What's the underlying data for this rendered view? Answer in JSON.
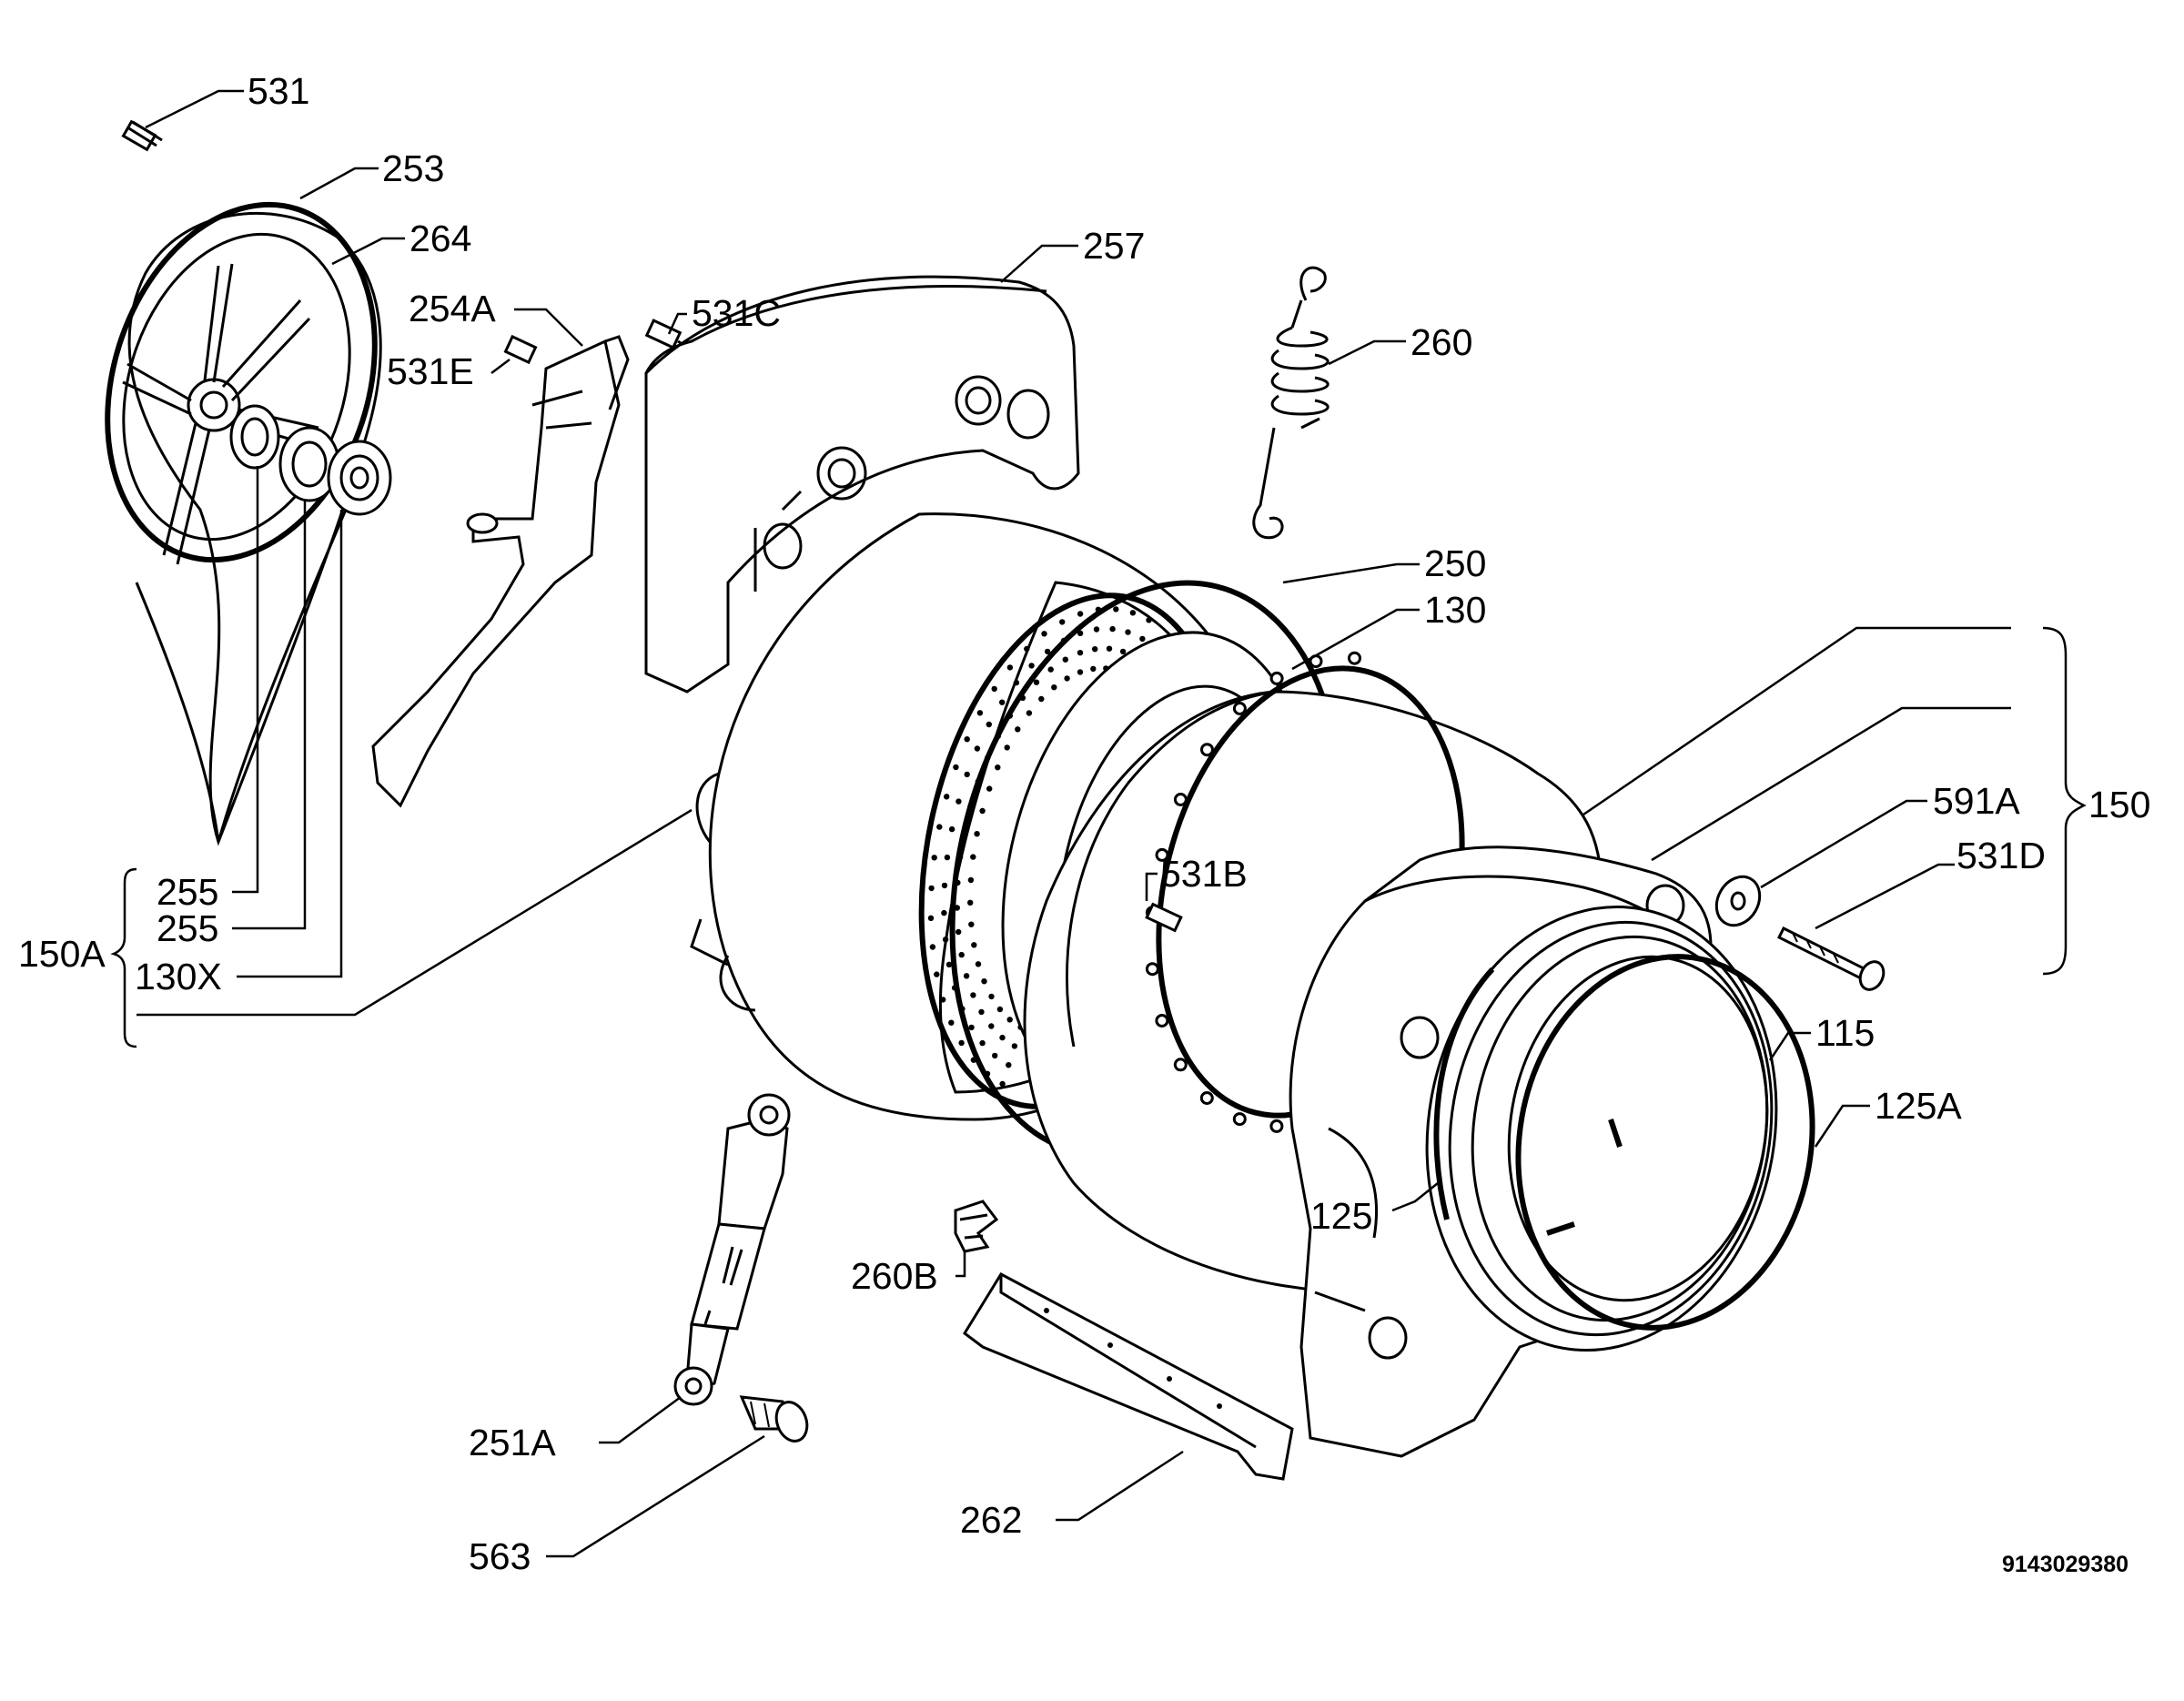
{
  "drawing_code": "9143029380",
  "labels": {
    "l531": "531",
    "l253": "253",
    "l264": "264",
    "l254A": "254A",
    "l531C": "531C",
    "l531E": "531E",
    "l257": "257",
    "l260": "260",
    "l250": "250",
    "l130": "130",
    "l150": "150",
    "l591A": "591A",
    "l531D": "531D",
    "l531B": "531B",
    "l255a": "255",
    "l255b": "255",
    "l150A": "150A",
    "l130X": "130X",
    "l115": "115",
    "l125A": "125A",
    "l125": "125",
    "l260B": "260B",
    "l251A": "251A",
    "l563": "563",
    "l262": "262"
  }
}
